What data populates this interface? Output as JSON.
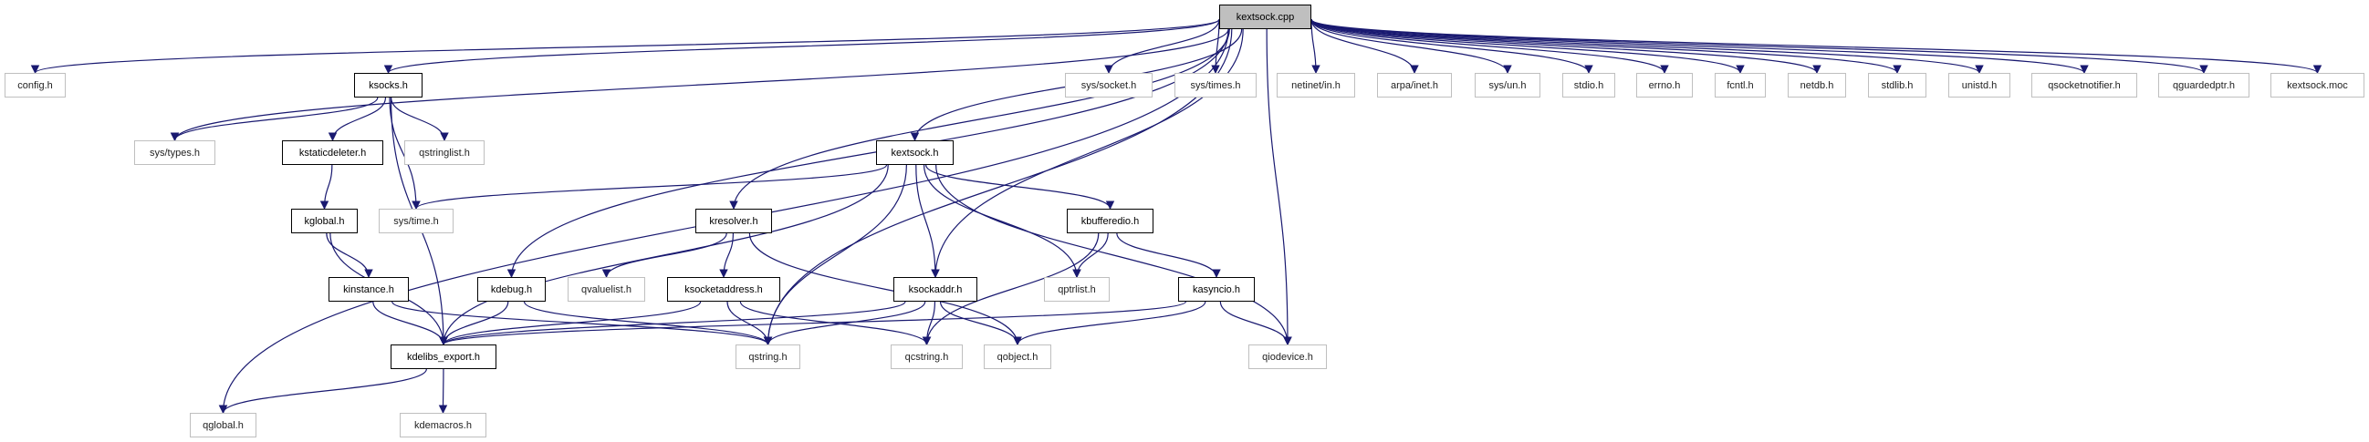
{
  "graph": {
    "edge_color": "#191970",
    "root_fill": "#bfbfbf",
    "undocumented_border": "#bfbfbf",
    "nodes": [
      {
        "id": "kextsock_cpp",
        "label": "kextsock.cpp",
        "kind": "root"
      },
      {
        "id": "config_h",
        "label": "config.h",
        "kind": "undoc"
      },
      {
        "id": "ksocks_h",
        "label": "ksocks.h",
        "kind": "doc"
      },
      {
        "id": "sys_types_h",
        "label": "sys/types.h",
        "kind": "undoc"
      },
      {
        "id": "kstaticdeleter_h",
        "label": "kstaticdeleter.h",
        "kind": "doc"
      },
      {
        "id": "qstringlist_h",
        "label": "qstringlist.h",
        "kind": "undoc"
      },
      {
        "id": "kglobal_h",
        "label": "kglobal.h",
        "kind": "doc"
      },
      {
        "id": "sys_time_h",
        "label": "sys/time.h",
        "kind": "undoc"
      },
      {
        "id": "kresolver_h",
        "label": "kresolver.h",
        "kind": "doc"
      },
      {
        "id": "kinstance_h",
        "label": "kinstance.h",
        "kind": "doc"
      },
      {
        "id": "kdebug_h",
        "label": "kdebug.h",
        "kind": "doc"
      },
      {
        "id": "qvaluelist_h",
        "label": "qvaluelist.h",
        "kind": "undoc"
      },
      {
        "id": "ksocketaddress_h",
        "label": "ksocketaddress.h",
        "kind": "doc"
      },
      {
        "id": "kdelibs_export_h",
        "label": "kdelibs_export.h",
        "kind": "doc"
      },
      {
        "id": "qstring_h",
        "label": "qstring.h",
        "kind": "undoc"
      },
      {
        "id": "qglobal_h",
        "label": "qglobal.h",
        "kind": "undoc"
      },
      {
        "id": "kdemacros_h",
        "label": "kdemacros.h",
        "kind": "undoc"
      },
      {
        "id": "sys_socket_h",
        "label": "sys/socket.h",
        "kind": "undoc"
      },
      {
        "id": "sys_times_h",
        "label": "sys/times.h",
        "kind": "undoc"
      },
      {
        "id": "netinet_in_h",
        "label": "netinet/in.h",
        "kind": "undoc"
      },
      {
        "id": "arpa_inet_h",
        "label": "arpa/inet.h",
        "kind": "undoc"
      },
      {
        "id": "sys_un_h",
        "label": "sys/un.h",
        "kind": "undoc"
      },
      {
        "id": "kextsock_h",
        "label": "kextsock.h",
        "kind": "doc"
      },
      {
        "id": "kbufferedio_h",
        "label": "kbufferedio.h",
        "kind": "doc"
      },
      {
        "id": "ksockaddr_h",
        "label": "ksockaddr.h",
        "kind": "doc"
      },
      {
        "id": "qptrlist_h",
        "label": "qptrlist.h",
        "kind": "undoc"
      },
      {
        "id": "kasyncio_h",
        "label": "kasyncio.h",
        "kind": "doc"
      },
      {
        "id": "qcstring_h",
        "label": "qcstring.h",
        "kind": "undoc"
      },
      {
        "id": "qobject_h",
        "label": "qobject.h",
        "kind": "undoc"
      },
      {
        "id": "qiodevice_h",
        "label": "qiodevice.h",
        "kind": "undoc"
      },
      {
        "id": "stdio_h",
        "label": "stdio.h",
        "kind": "undoc"
      },
      {
        "id": "errno_h",
        "label": "errno.h",
        "kind": "undoc"
      },
      {
        "id": "fcntl_h",
        "label": "fcntl.h",
        "kind": "undoc"
      },
      {
        "id": "netdb_h",
        "label": "netdb.h",
        "kind": "undoc"
      },
      {
        "id": "stdlib_h",
        "label": "stdlib.h",
        "kind": "undoc"
      },
      {
        "id": "unistd_h",
        "label": "unistd.h",
        "kind": "undoc"
      },
      {
        "id": "qsocketnotifier_h",
        "label": "qsocketnotifier.h",
        "kind": "undoc"
      },
      {
        "id": "qguardedptr_h",
        "label": "qguardedptr.h",
        "kind": "undoc"
      },
      {
        "id": "kextsock_moc",
        "label": "kextsock.moc",
        "kind": "undoc"
      }
    ],
    "edges": [
      [
        "kextsock_cpp",
        "config_h"
      ],
      [
        "kextsock_cpp",
        "sys_types_h"
      ],
      [
        "kextsock_cpp",
        "qglobal_h"
      ],
      [
        "kextsock_cpp",
        "ksocks_h"
      ],
      [
        "kextsock_cpp",
        "kdebug_h"
      ],
      [
        "kextsock_cpp",
        "kresolver_h"
      ],
      [
        "kextsock_cpp",
        "kextsock_h"
      ],
      [
        "kextsock_cpp",
        "ksockaddr_h"
      ],
      [
        "kextsock_cpp",
        "qstring_h"
      ],
      [
        "kextsock_cpp",
        "qiodevice_h"
      ],
      [
        "kextsock_cpp",
        "sys_socket_h"
      ],
      [
        "kextsock_cpp",
        "sys_times_h"
      ],
      [
        "kextsock_cpp",
        "netinet_in_h"
      ],
      [
        "kextsock_cpp",
        "arpa_inet_h"
      ],
      [
        "kextsock_cpp",
        "sys_un_h"
      ],
      [
        "kextsock_cpp",
        "stdio_h"
      ],
      [
        "kextsock_cpp",
        "errno_h"
      ],
      [
        "kextsock_cpp",
        "fcntl_h"
      ],
      [
        "kextsock_cpp",
        "netdb_h"
      ],
      [
        "kextsock_cpp",
        "stdlib_h"
      ],
      [
        "kextsock_cpp",
        "unistd_h"
      ],
      [
        "kextsock_cpp",
        "qsocketnotifier_h"
      ],
      [
        "kextsock_cpp",
        "qguardedptr_h"
      ],
      [
        "kextsock_cpp",
        "kextsock_moc"
      ],
      [
        "ksocks_h",
        "sys_types_h"
      ],
      [
        "ksocks_h",
        "kstaticdeleter_h"
      ],
      [
        "ksocks_h",
        "qstringlist_h"
      ],
      [
        "ksocks_h",
        "sys_time_h"
      ],
      [
        "ksocks_h",
        "kdelibs_export_h"
      ],
      [
        "kstaticdeleter_h",
        "kglobal_h"
      ],
      [
        "kglobal_h",
        "kinstance_h"
      ],
      [
        "kglobal_h",
        "kdelibs_export_h"
      ],
      [
        "kinstance_h",
        "kdelibs_export_h"
      ],
      [
        "kinstance_h",
        "qstring_h"
      ],
      [
        "kdebug_h",
        "kdelibs_export_h"
      ],
      [
        "kdebug_h",
        "qstring_h"
      ],
      [
        "kresolver_h",
        "qvaluelist_h"
      ],
      [
        "kresolver_h",
        "ksocketaddress_h"
      ],
      [
        "kresolver_h",
        "qobject_h"
      ],
      [
        "ksocketaddress_h",
        "kdelibs_export_h"
      ],
      [
        "ksocketaddress_h",
        "qstring_h"
      ],
      [
        "ksocketaddress_h",
        "qcstring_h"
      ],
      [
        "kextsock_h",
        "sys_time_h"
      ],
      [
        "kextsock_h",
        "kdelibs_export_h"
      ],
      [
        "kextsock_h",
        "qstring_h"
      ],
      [
        "kextsock_h",
        "ksockaddr_h"
      ],
      [
        "kextsock_h",
        "qptrlist_h"
      ],
      [
        "kextsock_h",
        "kbufferedio_h"
      ],
      [
        "kextsock_h",
        "qiodevice_h"
      ],
      [
        "ksockaddr_h",
        "kdelibs_export_h"
      ],
      [
        "ksockaddr_h",
        "qstring_h"
      ],
      [
        "ksockaddr_h",
        "qcstring_h"
      ],
      [
        "ksockaddr_h",
        "qobject_h"
      ],
      [
        "kbufferedio_h",
        "qptrlist_h"
      ],
      [
        "kbufferedio_h",
        "qcstring_h"
      ],
      [
        "kbufferedio_h",
        "kasyncio_h"
      ],
      [
        "kasyncio_h",
        "kdelibs_export_h"
      ],
      [
        "kasyncio_h",
        "qobject_h"
      ],
      [
        "kasyncio_h",
        "qiodevice_h"
      ],
      [
        "kdelibs_export_h",
        "qglobal_h"
      ],
      [
        "kdelibs_export_h",
        "kdemacros_h"
      ]
    ]
  }
}
